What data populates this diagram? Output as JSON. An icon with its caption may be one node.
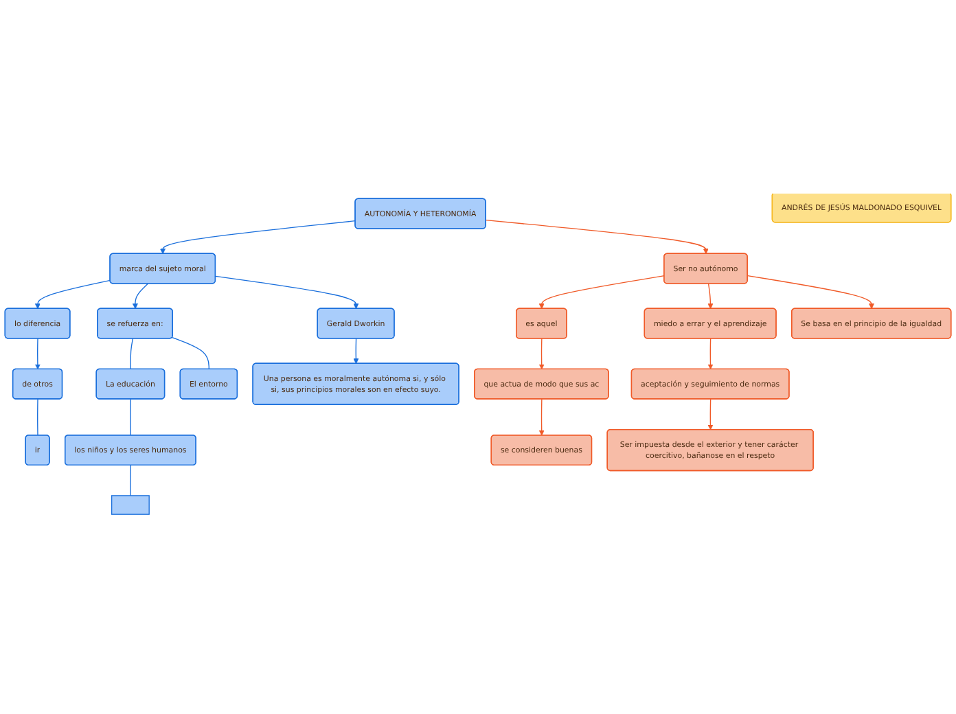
{
  "diagram": {
    "nodes": [
      {
        "text": [
          "AUTONOMÍA Y HETERONOMÍA"
        ]
      },
      {
        "text": [
          "ANDRÉS DE JESÚS MALDONADO ESQUIVEL"
        ]
      },
      {
        "text": [
          "marca del sujeto moral"
        ]
      },
      {
        "text": [
          "Ser no autónomo"
        ]
      },
      {
        "text": [
          "lo diferencia"
        ]
      },
      {
        "text": [
          "se refuerza en:"
        ]
      },
      {
        "text": [
          "Gerald Dworkin"
        ]
      },
      {
        "text": [
          "miedo a errar y el aprendizaje"
        ]
      },
      {
        "text": [
          "es aquel"
        ]
      },
      {
        "text": [
          "Se basa en el principio de la igualdad"
        ]
      },
      {
        "text": [
          "de otros"
        ]
      },
      {
        "text": [
          "La educación"
        ]
      },
      {
        "text": [
          "El entorno"
        ]
      },
      {
        "text": [
          "Una persona es moralmente autónoma si, y sólo si, sus principios morales son en efecto suyo."
        ]
      },
      {
        "text": [
          "aceptación y seguimiento de normas"
        ]
      },
      {
        "text": [
          "que actua de modo que sus ac"
        ]
      },
      {
        "text": [
          "ir"
        ]
      },
      {
        "text": [
          "los niños y los seres humanos"
        ]
      },
      {
        "text": [
          "se consideren buenas"
        ]
      },
      {
        "text": [],
        "shape": "box"
      },
      {
        "text": [
          "Ser impuesta desde el exterior y tener carácter coercitivo, bañanose en el respeto"
        ]
      }
    ],
    "edges": [
      {
        "from": 0,
        "to": 2,
        "arrow": "to"
      },
      {
        "from": 0,
        "to": 3,
        "arrow": "to",
        "color": "#f05a28"
      },
      {
        "from": 2,
        "to": 4,
        "arrow": "to"
      },
      {
        "from": 2,
        "to": 5,
        "arrow": "to"
      },
      {
        "from": 2,
        "to": 6,
        "arrow": "to"
      },
      {
        "from": 3,
        "to": 7,
        "arrow": "to",
        "color": "#f05a28"
      },
      {
        "from": 3,
        "to": 8,
        "arrow": "to",
        "color": "#f05a28"
      },
      {
        "from": 3,
        "to": 9,
        "arrow": "to",
        "color": "#f05a28"
      },
      {
        "from": 4,
        "to": 10,
        "arrow": "to"
      },
      {
        "from": 5,
        "to": 11,
        "arrow": "none"
      },
      {
        "from": 5,
        "to": 12,
        "arrow": "none"
      },
      {
        "from": 6,
        "to": 13,
        "arrow": "to"
      },
      {
        "from": 7,
        "to": 14,
        "arrow": "to",
        "color": "#f05a28"
      },
      {
        "from": 8,
        "to": 15,
        "arrow": "to",
        "color": "#f05a28"
      },
      {
        "from": 10,
        "to": 16,
        "arrow": "none"
      },
      {
        "from": 11,
        "to": 17,
        "arrow": "none"
      },
      {
        "from": 14,
        "to": 20,
        "arrow": "to",
        "color": "#f05a28"
      },
      {
        "from": 15,
        "to": 18,
        "arrow": "to",
        "color": "#f05a28"
      },
      {
        "from": 17,
        "to": 19,
        "arrow": "none"
      }
    ]
  }
}
